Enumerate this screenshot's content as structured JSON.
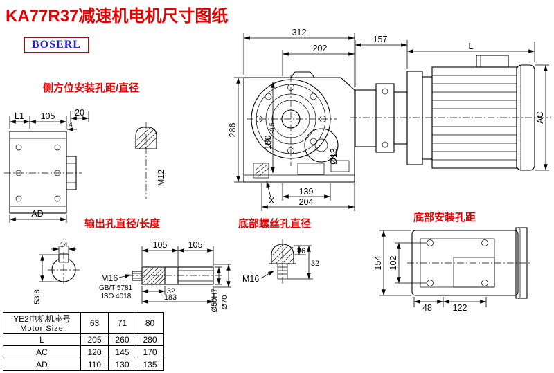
{
  "page": {
    "title": "KA77R37减速机电机尺寸图纸",
    "logo": "BOSERL"
  },
  "annotations": {
    "side_mount": "侧方位安装孔距/直径",
    "output_hole": "输出孔直径/长度",
    "bottom_screw": "底部螺丝孔直径",
    "bottom_mount": "底部安装孔距"
  },
  "dims": {
    "main_width": "312",
    "main_inner_width": "202",
    "main_height": "286",
    "flange_height": "180",
    "flange_tol": "-0.5",
    "bolt_dia": "Ø13",
    "base_len1": "139",
    "base_len2": "204",
    "x_mark": "X",
    "adapter_len": "157",
    "motor_len": "L",
    "motor_dia": "AC",
    "lv_l1": "L1",
    "lv_width": "105",
    "lv_offset": "4",
    "lv_ad": "AD",
    "side_w": "20",
    "side_thread": "M12",
    "key_width": "14",
    "key_depth": "53.8",
    "shaft_seg1": "105",
    "shaft_seg2": "105",
    "shaft_thread": "M16",
    "shaft_std1": "GB/T 5781",
    "shaft_std2": "ISO 4018",
    "shaft_len1": "32",
    "shaft_len2": "183",
    "shaft_dia1": "Ø50H7",
    "shaft_dia2": "Ø70",
    "screw_thread": "M16",
    "screw_h1": "6",
    "screw_h2": "32",
    "bv_h1": "154",
    "bv_h2": "102",
    "bv_w1": "48",
    "bv_w2": "122"
  },
  "table": {
    "header_cn": "YE2电机机座号",
    "header_en": "Motor Size",
    "columns": [
      "63",
      "71",
      "80"
    ],
    "rows": [
      {
        "label": "L",
        "values": [
          "205",
          "260",
          "280"
        ]
      },
      {
        "label": "AC",
        "values": [
          "120",
          "145",
          "170"
        ]
      },
      {
        "label": "AD",
        "values": [
          "110",
          "130",
          "135"
        ]
      }
    ]
  }
}
